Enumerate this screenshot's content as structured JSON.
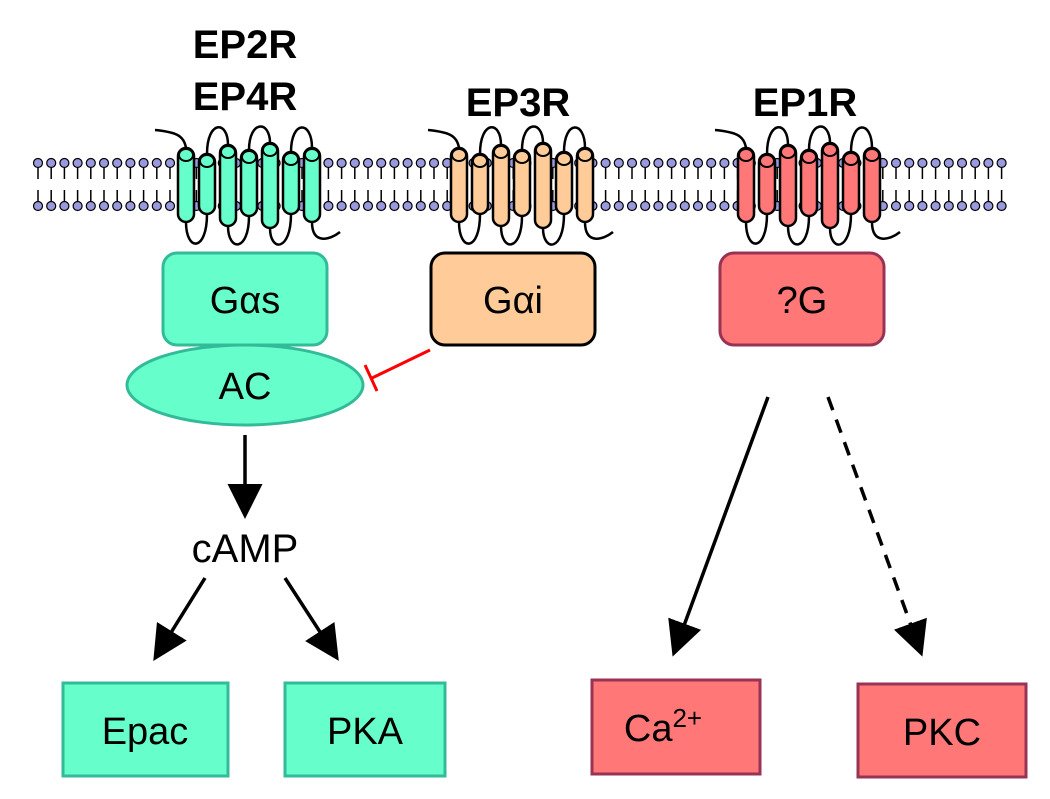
{
  "receptors": {
    "ep2r": "EP2R",
    "ep4r": "EP4R",
    "ep3r": "EP3R",
    "ep1r": "EP1R"
  },
  "proteins": {
    "gas": "Gαs",
    "gai": "Gαi",
    "qg": "?G",
    "ac": "AC"
  },
  "messengers": {
    "camp": "cAMP"
  },
  "effectors": {
    "epac": "Epac",
    "pka": "PKA",
    "ca_base": "Ca",
    "ca_sup": "2+",
    "pkc": "PKC"
  },
  "colors": {
    "teal_fill": "#66ffcc",
    "teal_stroke": "#33bb99",
    "orange_fill": "#ffcc99",
    "red_fill": "#ff7777",
    "red_stroke": "#993355",
    "inhibit": "#ff0000",
    "lipid_head": "#9999dd"
  }
}
